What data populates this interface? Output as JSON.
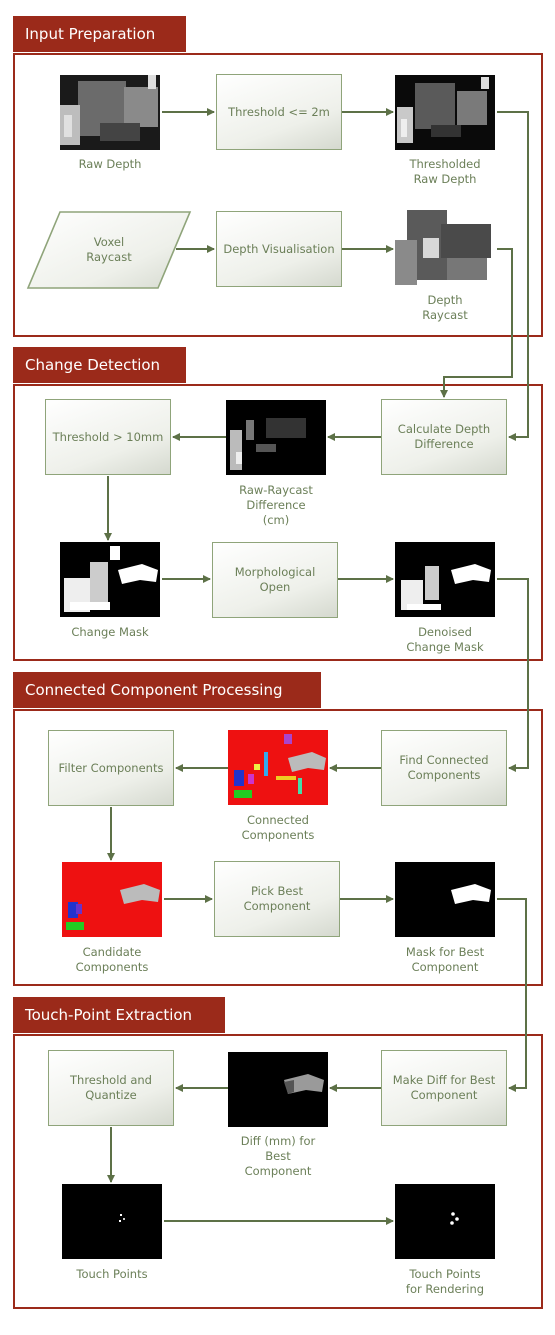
{
  "sections": {
    "input": {
      "title": "Input Preparation"
    },
    "change": {
      "title": "Change Detection"
    },
    "cc": {
      "title": "Connected Component Processing"
    },
    "touch": {
      "title": "Touch-Point Extraction"
    }
  },
  "nodes": {
    "threshold_2m": "Threshold <= 2m",
    "voxel_raycast": "Voxel\nRaycast",
    "depth_visualisation": "Depth Visualisation",
    "calc_depth_diff": "Calculate Depth\nDifference",
    "threshold_10mm": "Threshold > 10mm",
    "morph_open": "Morphological\nOpen",
    "find_cc": "Find Connected\nComponents",
    "filter_components": "Filter Components",
    "pick_best": "Pick Best\nComponent",
    "make_diff": "Make Diff for Best\nComponent",
    "threshold_quantize": "Threshold and\nQuantize"
  },
  "labels": {
    "raw_depth": "Raw Depth",
    "thresholded_raw_depth": "Thresholded\nRaw Depth",
    "depth_raycast": "Depth\nRaycast",
    "raw_raycast_diff": "Raw-Raycast\nDifference\n(cm)",
    "change_mask": "Change Mask",
    "denoised_change_mask": "Denoised\nChange Mask",
    "connected_components": "Connected\nComponents",
    "candidate_components": "Candidate\nComponents",
    "mask_best": "Mask for Best\nComponent",
    "diff_mm_best": "Diff (mm) for\nBest\nComponent",
    "touch_points": "Touch Points",
    "touch_points_rendering": "Touch Points\nfor Rendering"
  },
  "colors": {
    "section_red": "#9b2a1a",
    "box_border": "#8fa47a",
    "text_green": "#6b7f58",
    "arrow": "#5d7147",
    "cc_red": "#ee1111"
  }
}
